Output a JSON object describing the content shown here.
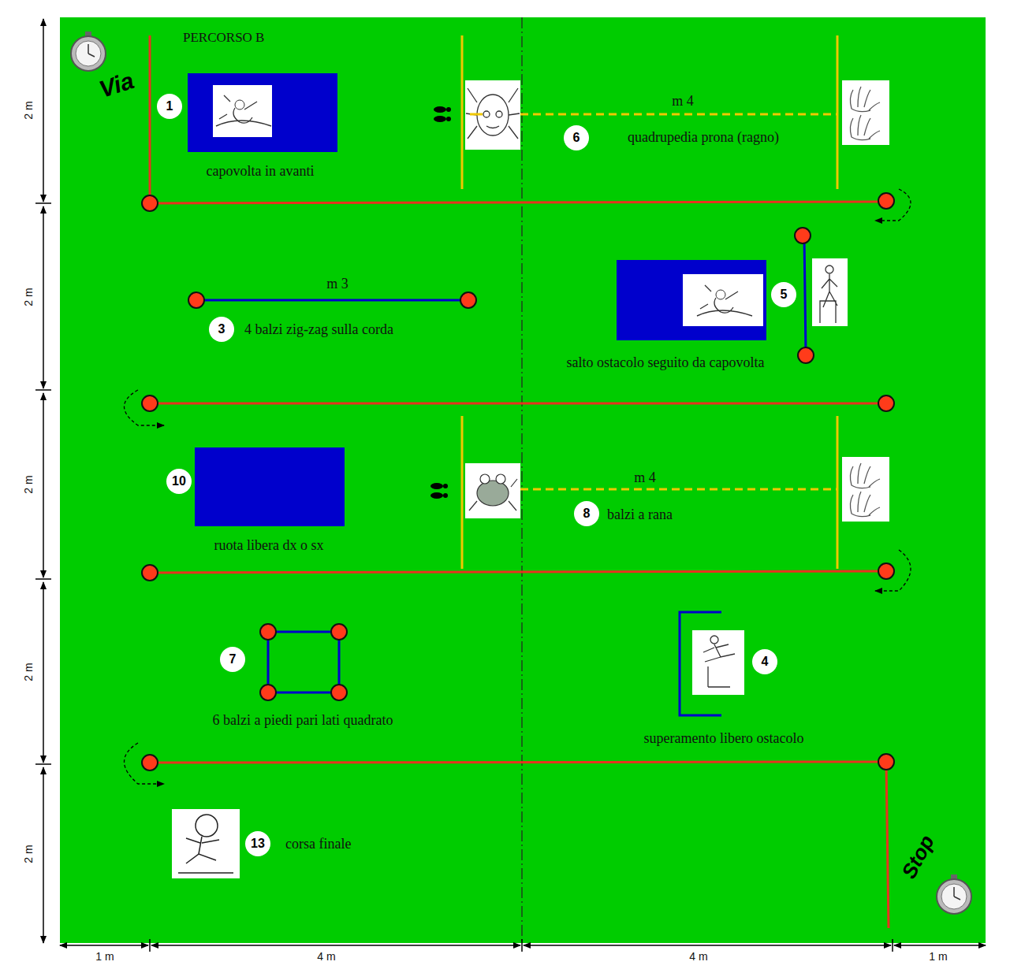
{
  "diagram": {
    "title": "PERCORSO B",
    "nodes": [
      {
        "text": [
          "1"
        ]
      },
      {
        "text": [
          "6"
        ]
      },
      {
        "text": [
          "3"
        ]
      },
      {
        "text": [
          "5"
        ]
      },
      {
        "text": [
          "10"
        ]
      },
      {
        "text": [
          "8"
        ]
      },
      {
        "text": [
          "7"
        ]
      },
      {
        "text": [
          "4"
        ]
      },
      {
        "text": [
          "13"
        ]
      }
    ],
    "labels": [
      "Via",
      "Stop",
      "2 m",
      "2 m",
      "2 m",
      "2 m",
      "2 m",
      "1 m",
      "4 m",
      "4 m",
      "1 m",
      "capovolta in avanti",
      "m 4",
      "quadrupedia prona (ragno)",
      "m 3",
      "4 balzi zig-zag sulla corda",
      "salto ostacolo seguito da capovolta",
      "ruota libera dx o sx",
      "m 4",
      "balzi a rana",
      "6 balzi a piedi pari lati quadrato",
      "superamento libero ostacolo",
      "corsa finale"
    ]
  }
}
